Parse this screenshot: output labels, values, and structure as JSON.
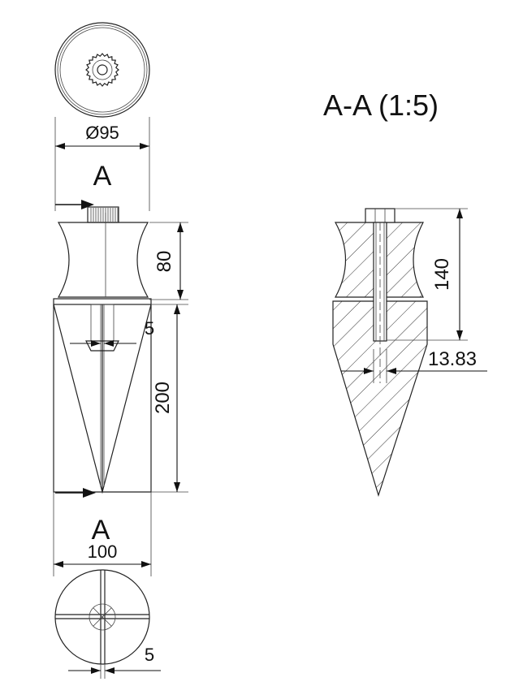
{
  "section_title": "A-A (1:5)",
  "top_view": {
    "diameter_label": "Ø95"
  },
  "section_marks": {
    "top": "A",
    "bottom": "A"
  },
  "front_view": {
    "head_height_label": "80",
    "slot_width_label": "5",
    "spike_length_label": "200",
    "width_label": "100"
  },
  "bottom_view": {
    "slot_label": "5"
  },
  "section_view": {
    "height_label": "140",
    "bore_label": "13.83"
  }
}
